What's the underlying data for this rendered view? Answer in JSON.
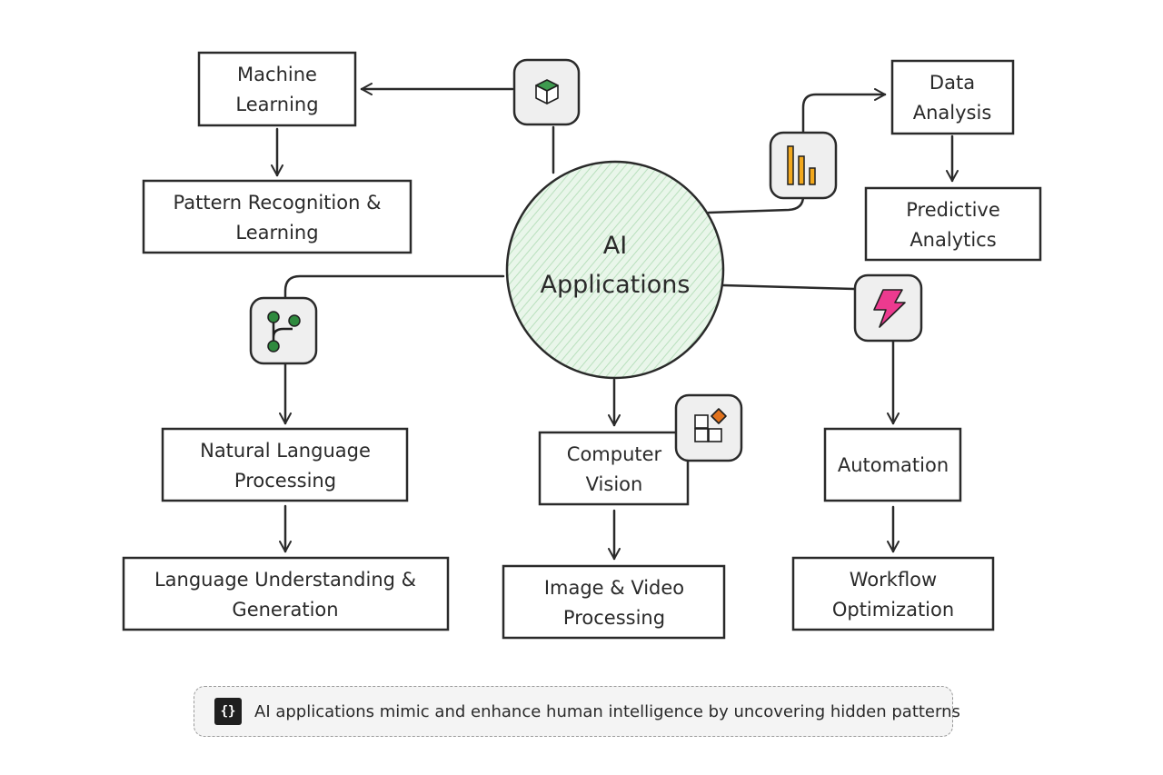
{
  "center": {
    "line1": "AI",
    "line2": "Applications"
  },
  "nodes": {
    "machine_learning": [
      "Machine",
      "Learning"
    ],
    "pattern_recognition": [
      "Pattern Recognition &",
      "Learning"
    ],
    "data_analysis": [
      "Data",
      "Analysis"
    ],
    "predictive_analytics": [
      "Predictive",
      "Analytics"
    ],
    "nlp": [
      "Natural Language",
      "Processing"
    ],
    "language_understanding": [
      "Language Understanding &",
      "Generation"
    ],
    "computer_vision": [
      "Computer",
      "Vision"
    ],
    "image_video": [
      "Image & Video",
      "Processing"
    ],
    "automation": [
      "Automation"
    ],
    "workflow": [
      "Workflow",
      "Optimization"
    ]
  },
  "icons": {
    "machine_learning": "cube-icon",
    "data_analysis": "bar-chart-icon",
    "nlp": "git-branch-icon",
    "computer_vision": "grid-diamond-icon",
    "automation": "lightning-icon"
  },
  "colors": {
    "center_fill": "#e9f6ea",
    "center_hatch": "#b9e0bd",
    "cube": "#3e9b4f",
    "bars": "#f2a81d",
    "branch": "#2f8a3e",
    "diamond": "#e0711c",
    "lightning": "#ec3a8f"
  },
  "caption": {
    "text": "AI applications mimic and enhance human intelligence by uncovering hidden patterns",
    "icon": "code-braces-icon"
  }
}
